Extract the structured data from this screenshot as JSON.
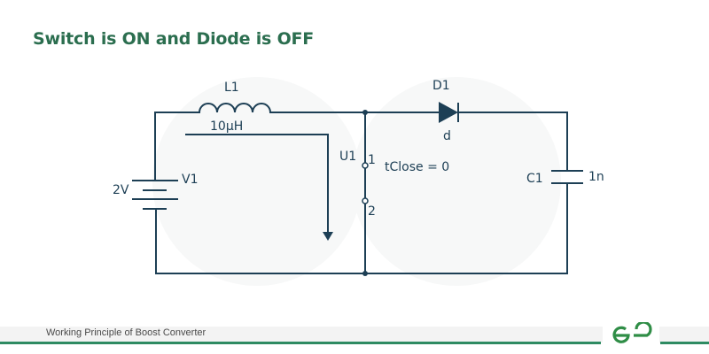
{
  "header": {
    "title": "Switch is ON and Diode is OFF"
  },
  "circuit": {
    "wire_color": "#1d3f55",
    "components": {
      "inductor": {
        "name": "L1",
        "value": "10µH"
      },
      "source": {
        "name": "V1",
        "value": "2V"
      },
      "switch": {
        "name": "U1",
        "pin1": "1",
        "pin2": "2",
        "param": "tClose = 0"
      },
      "diode": {
        "name": "D1",
        "model": "d"
      },
      "capacitor": {
        "name": "C1",
        "value": "1n"
      }
    },
    "current_path_arrow": "current-flow-arrow"
  },
  "footer": {
    "caption": "Working Principle of Boost Converter",
    "logo": "geeksforgeeks-logo",
    "accent_color": "#2e8b62"
  }
}
